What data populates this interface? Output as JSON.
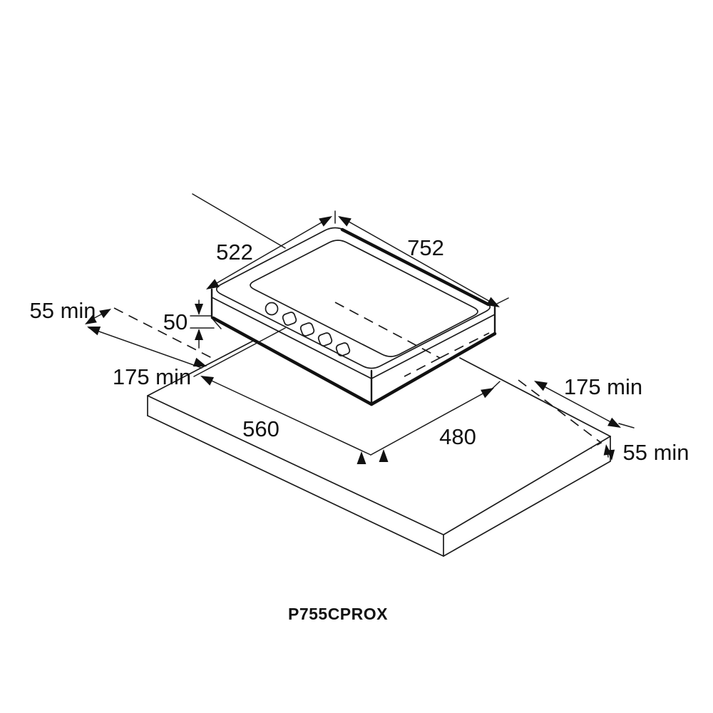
{
  "diagram": {
    "title": "hob-installation-dimension-drawing",
    "model": "P755CPROX",
    "units": "mm",
    "dimensions": {
      "hob_top_depth": "522",
      "hob_top_width": "752",
      "hob_body_height": "50",
      "left_edge_clearance": "55 min",
      "left_side_clearance": "175 min",
      "cutout_width": "560",
      "cutout_depth": "480",
      "right_side_clearance": "175 min",
      "right_edge_clearance": "55 min"
    },
    "colors": {
      "line": "#1b1b1b",
      "background": "#ffffff"
    }
  }
}
